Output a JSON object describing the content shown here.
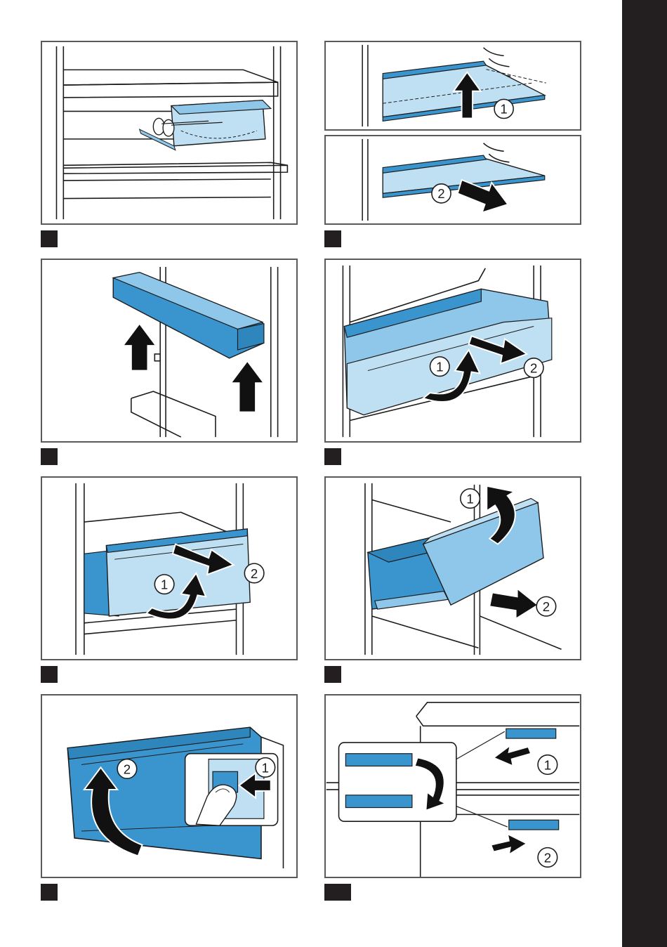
{
  "illustrations": [
    {
      "id": "fig-a",
      "caption": "",
      "callouts": []
    },
    {
      "id": "fig-b1",
      "caption": "",
      "callouts": [
        "1"
      ]
    },
    {
      "id": "fig-b2",
      "caption": "",
      "callouts": [
        "2"
      ]
    },
    {
      "id": "fig-c",
      "caption": "",
      "callouts": []
    },
    {
      "id": "fig-d",
      "caption": "",
      "callouts": [
        "1",
        "2"
      ]
    },
    {
      "id": "fig-e",
      "caption": "",
      "callouts": [
        "1",
        "2"
      ]
    },
    {
      "id": "fig-f",
      "caption": "",
      "callouts": [
        "1",
        "2"
      ]
    },
    {
      "id": "fig-g",
      "caption": "",
      "callouts": [
        "2",
        "1"
      ]
    },
    {
      "id": "fig-h",
      "caption": "",
      "callouts": [
        "1",
        "2"
      ]
    }
  ],
  "colors": {
    "part_light": "#bfe0f3",
    "part_mid": "#8ec7ea",
    "part_dark": "#3a95cf",
    "line": "#1b1b1b",
    "arrow": "#111111",
    "marker": "#231f20",
    "tab": "#231f20"
  },
  "icons": [
    "arrow-up-icon",
    "arrow-right-icon",
    "curved-arrow-icon",
    "callout-circle-icon",
    "finger-press-icon"
  ]
}
